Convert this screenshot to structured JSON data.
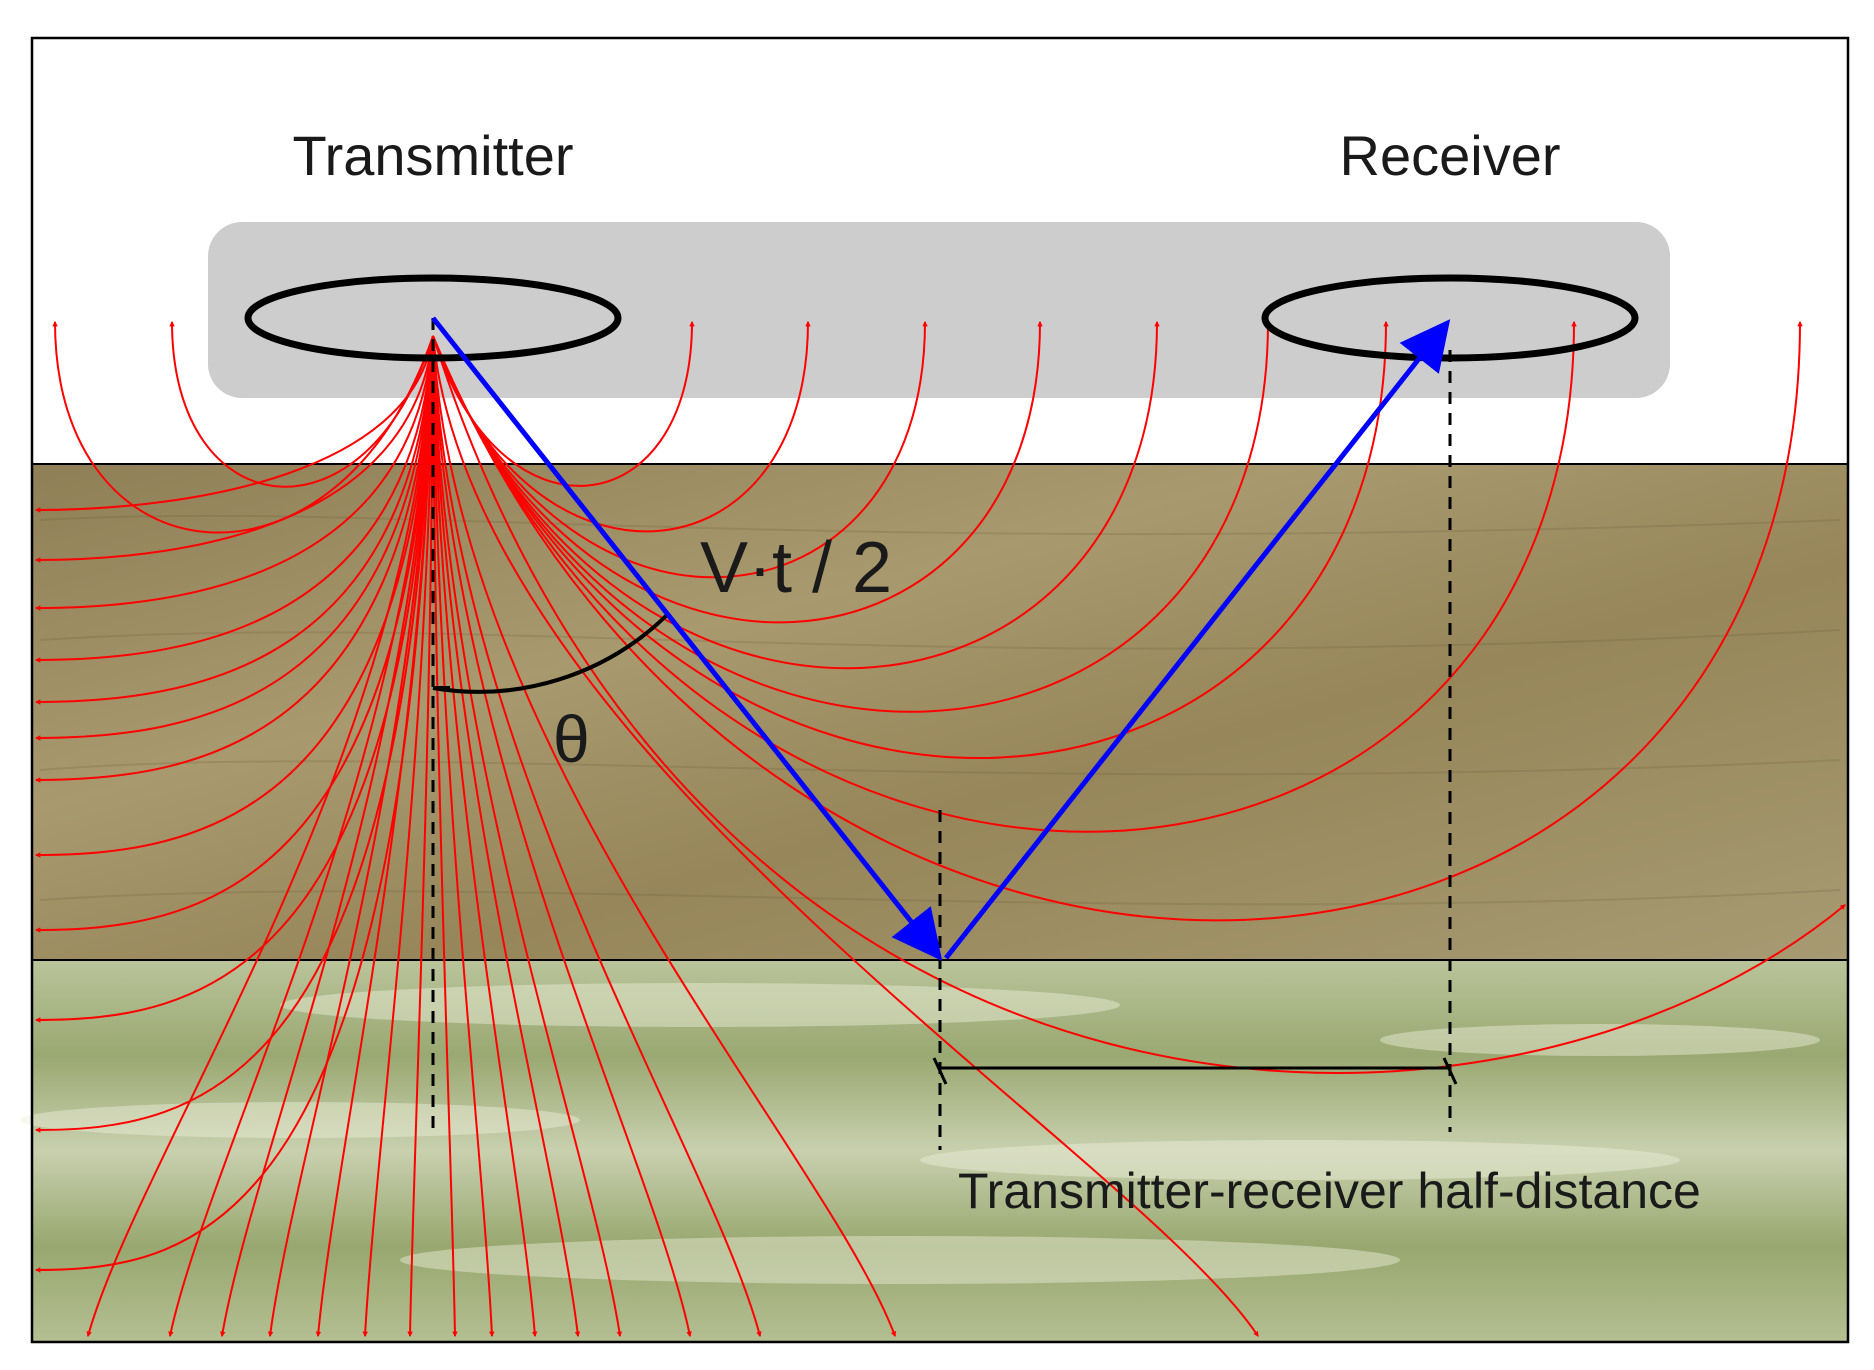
{
  "labels": {
    "transmitter": "Transmitter",
    "receiver": "Receiver",
    "path_length": "V·t / 2",
    "angle": "θ",
    "half_distance": "Transmitter-receiver half-distance"
  },
  "colors": {
    "field_lines": "#ff0000",
    "ray_path": "#0000ff",
    "antenna_housing": "#cdcdcd",
    "soil_layer": "#9b8c63",
    "lower_layer": "#aab788",
    "construction_lines": "#000000",
    "background": "#ffffff"
  }
}
